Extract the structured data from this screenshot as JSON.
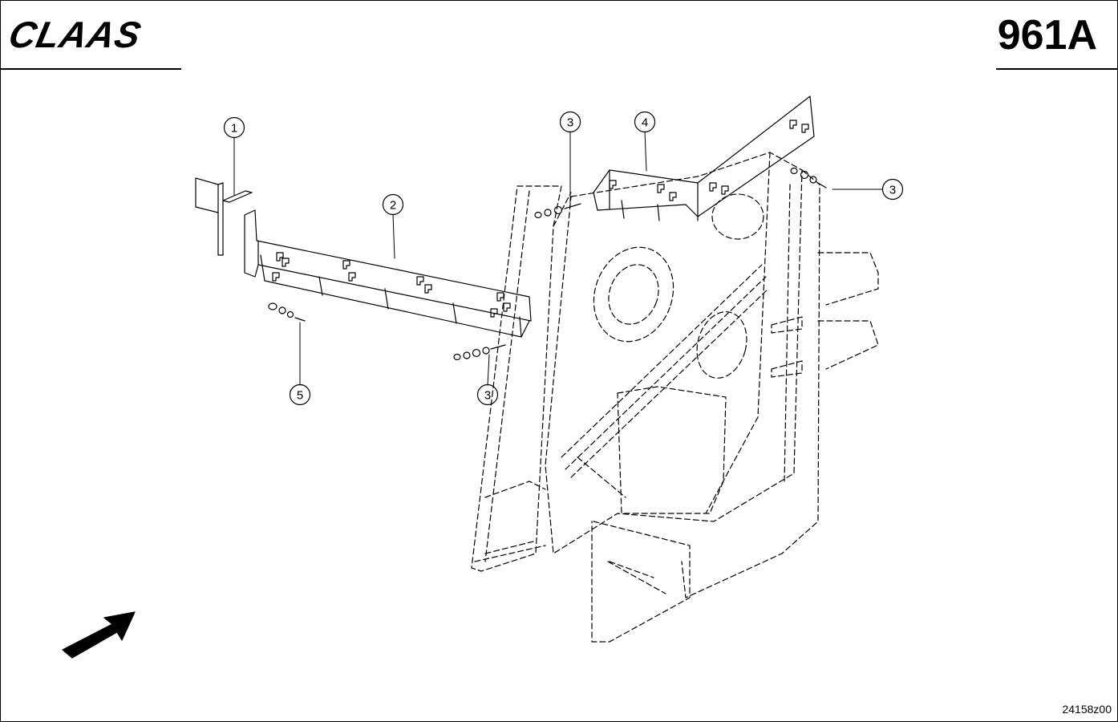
{
  "header": {
    "brand": "CLAAS",
    "plate_number": "961A"
  },
  "footer": {
    "drawing_number": "24158z00"
  },
  "callouts": [
    {
      "id": "c1",
      "label": "1"
    },
    {
      "id": "c2",
      "label": "2"
    },
    {
      "id": "c3a",
      "label": "3"
    },
    {
      "id": "c4",
      "label": "4"
    },
    {
      "id": "c3b",
      "label": "3"
    },
    {
      "id": "c3c",
      "label": "3"
    },
    {
      "id": "c5",
      "label": "5"
    }
  ],
  "icons": {
    "direction": "direction-arrow-icon"
  },
  "colors": {
    "ink": "#000000",
    "paper": "#ffffff"
  }
}
